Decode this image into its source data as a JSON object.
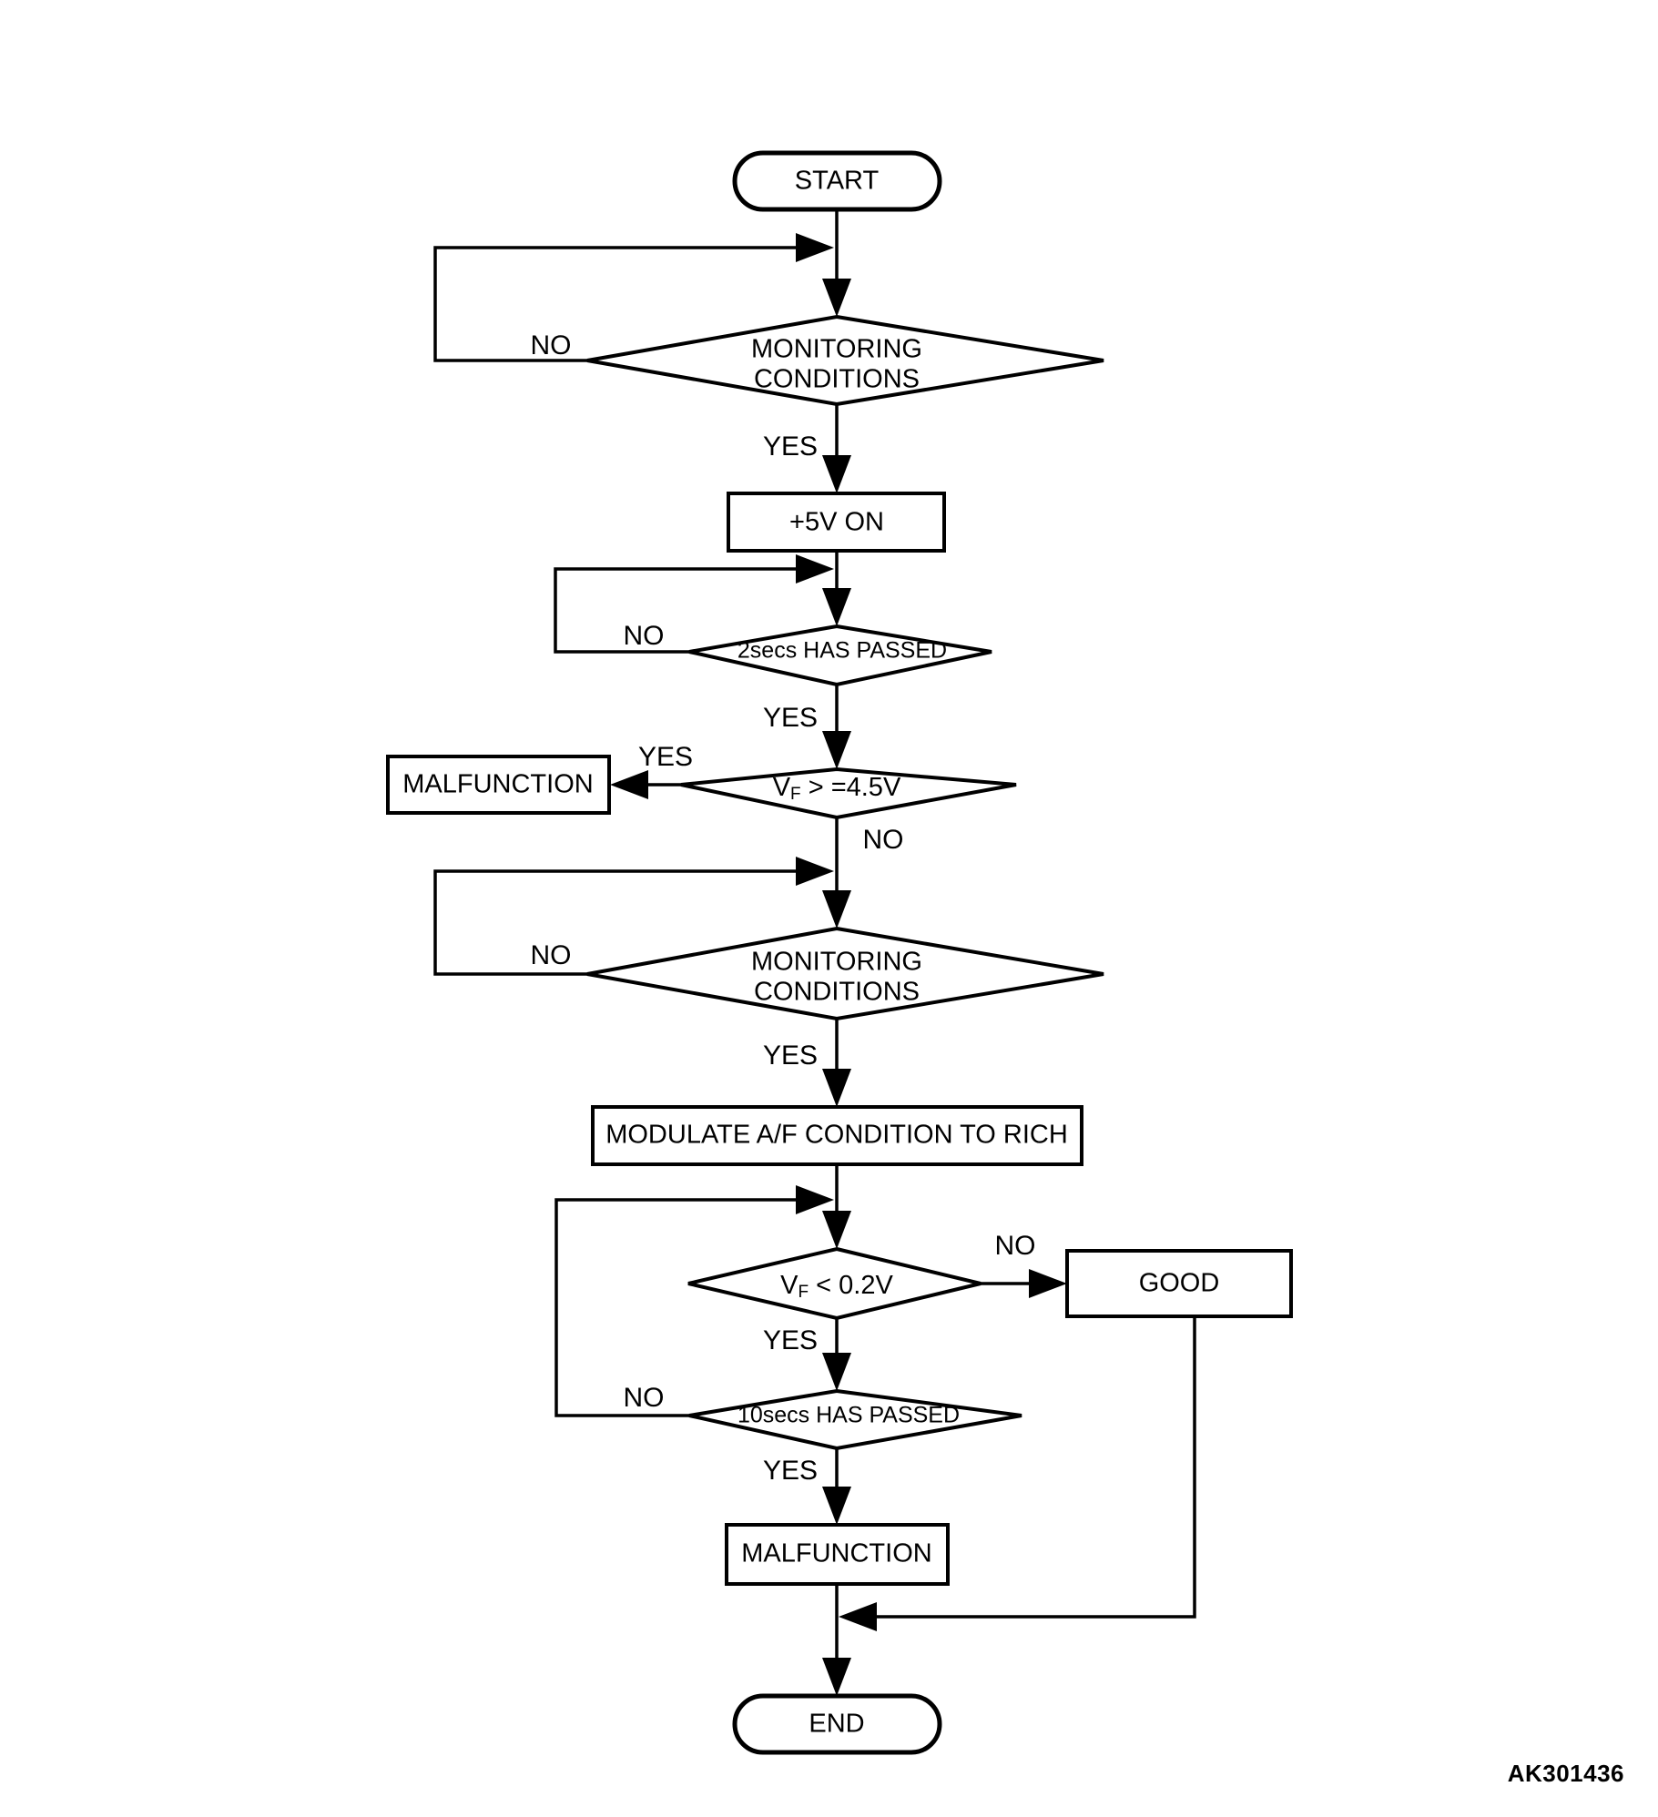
{
  "diagram": {
    "title": "A/F sensor monitoring flowchart",
    "figure_code": "AK301436",
    "colors": {
      "background": "#ffffff",
      "stroke": "#000000",
      "fill": "#ffffff"
    },
    "nodes": {
      "start": {
        "label": "START",
        "type": "terminal"
      },
      "monitoring_1": {
        "label_line1": "MONITORING",
        "label_line2": "CONDITIONS",
        "type": "decision"
      },
      "five_volt_on": {
        "label": "+5V ON",
        "type": "process"
      },
      "two_secs": {
        "label": "2secs HAS PASSED",
        "type": "decision"
      },
      "vf_ge_45": {
        "label_main": "V",
        "label_sub": "F",
        "label_rest": " > =4.5V",
        "label_full": "VF > =4.5V",
        "type": "decision"
      },
      "malfunction_1": {
        "label": "MALFUNCTION",
        "type": "process"
      },
      "monitoring_2": {
        "label_line1": "MONITORING",
        "label_line2": "CONDITIONS",
        "type": "decision"
      },
      "modulate": {
        "label": "MODULATE A/F CONDITION TO RICH",
        "type": "process"
      },
      "vf_lt_02": {
        "label_main": "V",
        "label_sub": "F",
        "label_rest": " < 0.2V",
        "label_full": "VF < 0.2V",
        "type": "decision"
      },
      "good": {
        "label": "GOOD",
        "type": "process"
      },
      "ten_secs": {
        "label": "10secs HAS PASSED",
        "type": "decision"
      },
      "malfunction_2": {
        "label": "MALFUNCTION",
        "type": "process"
      },
      "end": {
        "label": "END",
        "type": "terminal"
      }
    },
    "edge_labels": {
      "monitoring_1_no": "NO",
      "monitoring_1_yes": "YES",
      "two_secs_no": "NO",
      "two_secs_yes": "YES",
      "vf_ge_45_yes": "YES",
      "vf_ge_45_no": "NO",
      "monitoring_2_no": "NO",
      "monitoring_2_yes": "YES",
      "vf_lt_02_no": "NO",
      "vf_lt_02_yes": "YES",
      "ten_secs_no": "NO",
      "ten_secs_yes": "YES"
    }
  }
}
